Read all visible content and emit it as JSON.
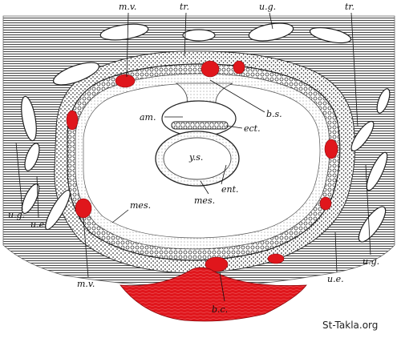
{
  "labels": {
    "mv_top": "m.v.",
    "tr_top": "tr.",
    "ug_top": "u.g.",
    "tr_right": "tr.",
    "bs": "b.s.",
    "am": "am.",
    "ect": "ect.",
    "ys": "y.s.",
    "ent": "ent.",
    "mes_center": "mes.",
    "mes_left": "mes.",
    "ug_left": "u.g.",
    "ue_left": "u.e.",
    "mv_bottom": "m.v.",
    "ue_right": "u.e.",
    "ug_right": "u.g.",
    "bc": "b.c."
  },
  "watermark": "St-Takla.org",
  "colors": {
    "blood": "#e0161c",
    "tissue_line": "#555555",
    "ink": "#111111",
    "background": "#ffffff"
  }
}
